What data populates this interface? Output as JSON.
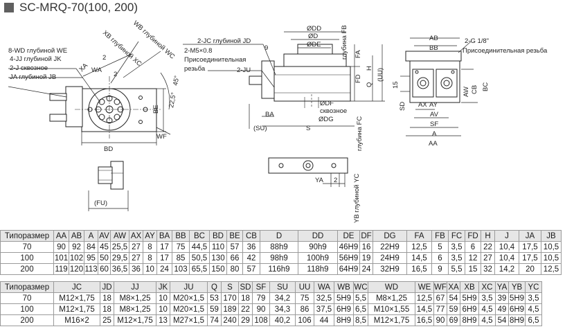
{
  "title": "SC-MRQ-70(100, 200)",
  "callouts": {
    "front": [
      "8-WD глубиной WE",
      "4-JJ глубиной JK",
      "2-J сквозное",
      "JA глубиной JB"
    ],
    "rotated": [
      "XB глубиной XC",
      "WB глубиной WC"
    ],
    "angles": [
      "45°",
      "22,5°"
    ],
    "side": [
      "2-JC глубиной JD",
      "2-M5×0.8",
      "Присоединительная",
      "резьба",
      "2-JU",
      "ØDF",
      "сквозное",
      "ØDG",
      "глубина FC",
      "глубина FB"
    ],
    "dims": [
      "ØDD",
      "ØD",
      "ØDE",
      "9",
      "BA",
      "S",
      "(SU)",
      "FD",
      "H",
      "Q",
      "(UU)",
      "FA",
      "15",
      "SD",
      "SF"
    ],
    "right": [
      "AB",
      "BB",
      "2-G 1/8\"",
      "Присоединительная резьба",
      "AX",
      "AY",
      "AV",
      "A",
      "AA",
      "AW",
      "CB",
      "BC"
    ],
    "bottom": [
      "YA",
      "2",
      "YB глубиной YC",
      "(FU)",
      "BD",
      "BE",
      "WA",
      "XA",
      "2",
      "2",
      "WF"
    ]
  },
  "table1": {
    "header": [
      "Типоразмер",
      "AA",
      "AB",
      "A",
      "AV",
      "AW",
      "AX",
      "AY",
      "BA",
      "BB",
      "BC",
      "BD",
      "BE",
      "CB",
      "D",
      "DD",
      "DE",
      "DF",
      "DG",
      "FA",
      "FB",
      "FC",
      "FD",
      "H",
      "J",
      "JA",
      "JB"
    ],
    "rows": [
      [
        "70",
        "90",
        "92",
        "84",
        "45",
        "25,5",
        "27",
        "8",
        "17",
        "75",
        "44,5",
        "110",
        "57",
        "36",
        "88h9",
        "90h9",
        "46H9",
        "16",
        "22H9",
        "12,5",
        "5",
        "3,5",
        "6",
        "22",
        "10,4",
        "17,5",
        "10,5"
      ],
      [
        "100",
        "101",
        "102",
        "95",
        "50",
        "29,5",
        "27",
        "8",
        "17",
        "85",
        "50,5",
        "130",
        "66",
        "42",
        "98h9",
        "100h9",
        "56H9",
        "19",
        "24H9",
        "14,5",
        "6",
        "3,5",
        "12",
        "27",
        "10,4",
        "17,5",
        "10,5"
      ],
      [
        "200",
        "119",
        "120",
        "113",
        "60",
        "36,5",
        "36",
        "10",
        "24",
        "103",
        "65,5",
        "150",
        "80",
        "57",
        "116h9",
        "118h9",
        "64H9",
        "24",
        "32H9",
        "16,5",
        "9",
        "5,5",
        "15",
        "32",
        "14,2",
        "20",
        "12,5"
      ]
    ]
  },
  "table2": {
    "header": [
      "Типоразмер",
      "JC",
      "JD",
      "JJ",
      "JK",
      "JU",
      "Q",
      "S",
      "SD",
      "SF",
      "SU",
      "UU",
      "WA",
      "WB",
      "WC",
      "WD",
      "WE",
      "WF",
      "XA",
      "XB",
      "XC",
      "YA",
      "YB",
      "YC"
    ],
    "rows": [
      [
        "70",
        "M12×1,75",
        "18",
        "M8×1,25",
        "10",
        "M20×1,5",
        "53",
        "170",
        "18",
        "79",
        "34,2",
        "75",
        "32,5",
        "5H9",
        "5,5",
        "M8×1,25",
        "12,5",
        "67",
        "54",
        "5H9",
        "3,5",
        "39",
        "5H9",
        "3,5"
      ],
      [
        "100",
        "M12×1,75",
        "18",
        "M8×1,25",
        "10",
        "M20×1,5",
        "59",
        "189",
        "22",
        "90",
        "34,3",
        "86",
        "37,5",
        "6H9",
        "6,5",
        "M10×1,55",
        "14,5",
        "77",
        "59",
        "6H9",
        "4,5",
        "49",
        "6H9",
        "4,5"
      ],
      [
        "200",
        "M16×2",
        "25",
        "M12×1,75",
        "13",
        "M27×1,5",
        "74",
        "240",
        "29",
        "108",
        "40,2",
        "106",
        "44",
        "8H9",
        "8,5",
        "M12×1,75",
        "16,5",
        "90",
        "69",
        "8H9",
        "4,5",
        "54",
        "8H9",
        "6,5"
      ]
    ]
  }
}
